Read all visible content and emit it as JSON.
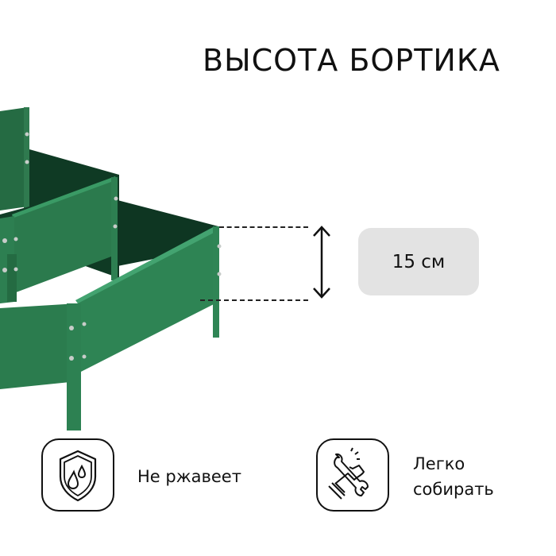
{
  "header": {
    "title": "ВЫСОТА БОРТИКА"
  },
  "dimension": {
    "value": "15 см"
  },
  "features": [
    {
      "icon": "shield-water-drops-icon",
      "label": "Не ржавеет"
    },
    {
      "icon": "hand-wrench-icon",
      "line1": "Легко",
      "line2": "собирать"
    }
  ],
  "colors": {
    "bed_green": "#2e7d4f",
    "bed_green_dark": "#123d27",
    "badge_bg": "#e3e3e3"
  }
}
